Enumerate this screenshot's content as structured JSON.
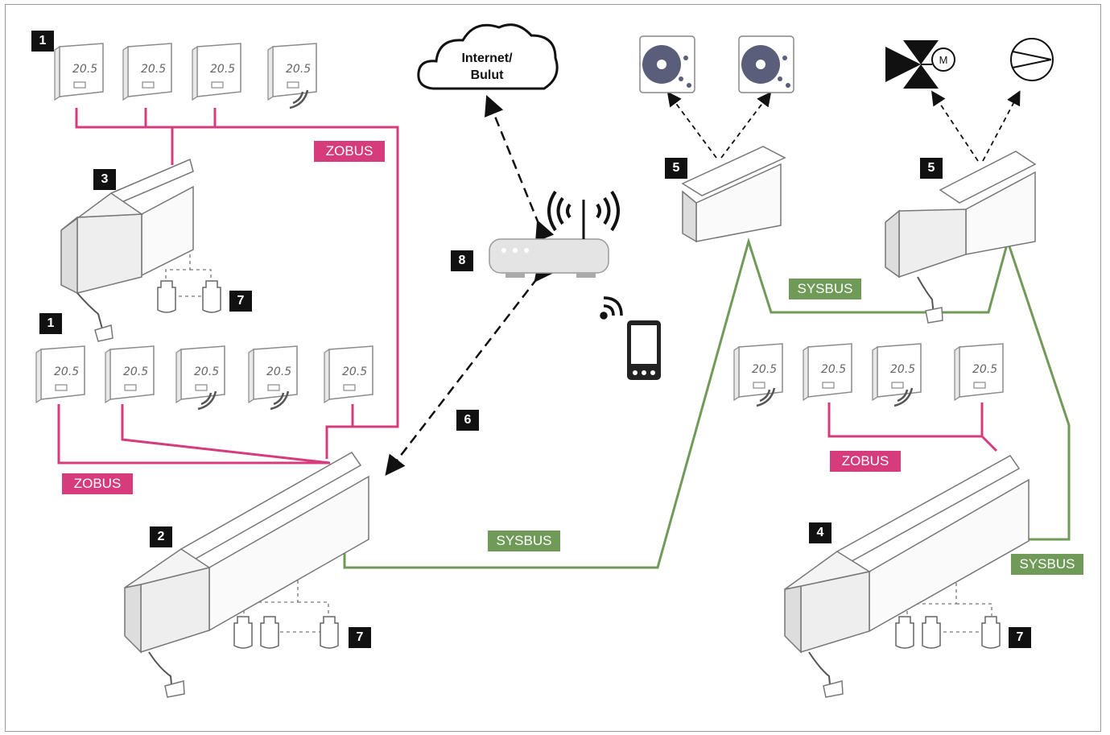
{
  "badges": {
    "thermostats_top": "1",
    "controller_main": "2",
    "controller_mid": "3",
    "controller_ext": "4",
    "relay_left": "5",
    "relay_right": "5",
    "wireless_link": "6",
    "actuators_mid": "7",
    "actuators_main": "7",
    "actuators_ext": "7",
    "router": "8",
    "thermostats_mid": "1"
  },
  "bus_labels": {
    "zobus_top": "ZOBUS",
    "zobus_left": "ZOBUS",
    "zobus_right": "ZOBUS",
    "sysbus_main": "SYSBUS",
    "sysbus_mid": "SYSBUS",
    "sysbus_right": "SYSBUS"
  },
  "cloud": {
    "line1": "Internet/",
    "line2": "Bulut"
  },
  "thermostat_display": "20.5",
  "pump_motor_label": "M",
  "colors": {
    "zobus": "#d63b7b",
    "sysbus": "#6f9a58",
    "badge": "#111111",
    "device_outline": "#8a8a8a",
    "icon_fill": "#5a5e7a"
  }
}
